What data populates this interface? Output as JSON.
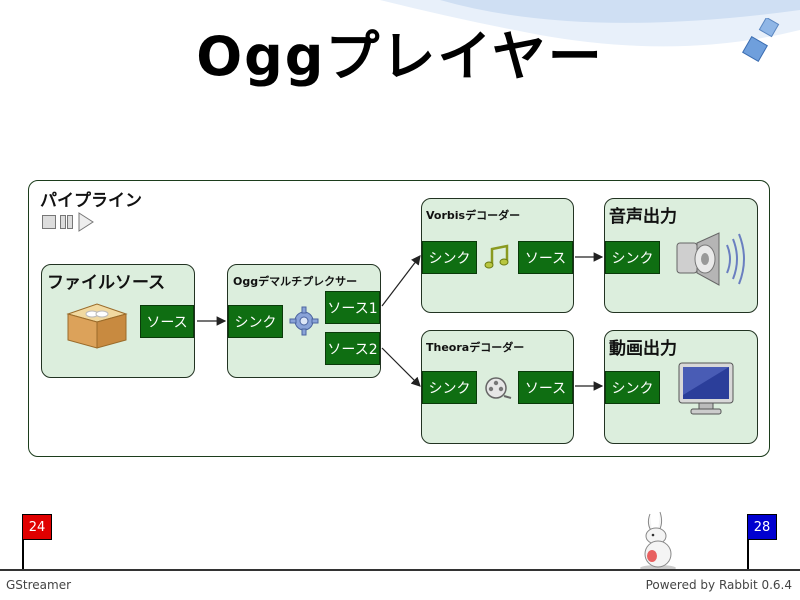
{
  "slide": {
    "title": "Oggプレイヤー",
    "footer_left": "GStreamer",
    "footer_right": "Powered by Rabbit 0.6.4",
    "current_page": "24",
    "next_page": "28"
  },
  "pipeline": {
    "label": "パイプライン",
    "elements": {
      "filesrc": {
        "title": "ファイルソース",
        "src_pad": "ソース"
      },
      "demux": {
        "title": "Oggデマルチプレクサー",
        "sink_pad": "シンク",
        "src_pad_1": "ソース1",
        "src_pad_2": "ソース2"
      },
      "vorbis": {
        "title": "Vorbisデコーダー",
        "sink_pad": "シンク",
        "src_pad": "ソース"
      },
      "theora": {
        "title": "Theoraデコーダー",
        "sink_pad": "シンク",
        "src_pad": "ソース"
      },
      "audio_out": {
        "title": "音声出力",
        "sink_pad": "シンク"
      },
      "video_out": {
        "title": "動画出力",
        "sink_pad": "シンク"
      }
    }
  },
  "colors": {
    "element_bg": "#dceedd",
    "pad_bg": "#0f6e12",
    "current_flag": "#e00000",
    "next_flag": "#0000d0"
  },
  "icons": [
    "package-icon",
    "gear-icon",
    "music-note-icon",
    "film-reel-icon",
    "speaker-icon",
    "monitor-icon",
    "rabbit-icon",
    "stop-icon",
    "pause-icon",
    "play-icon"
  ]
}
